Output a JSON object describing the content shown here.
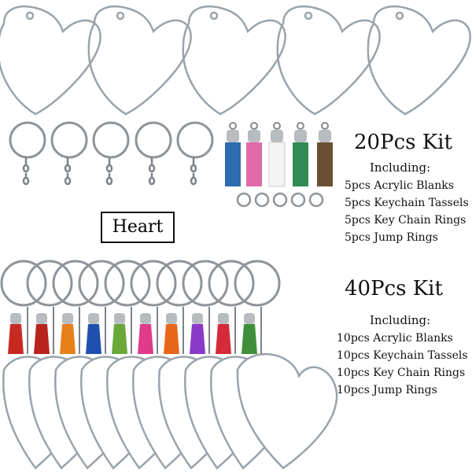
{
  "label": "Heart",
  "kit20": {
    "title": "20Pcs Kit",
    "including": "Including:",
    "items": [
      "5pcs Acrylic Blanks",
      "5pcs Keychain Tassels",
      "5pcs Key Chain Rings",
      "5pcs Jump Rings"
    ]
  },
  "kit40": {
    "title": "40Pcs Kit",
    "including": "Including:",
    "items": [
      "10pcs Acrylic Blanks",
      "10pcs Keychain Tassels",
      "10pcs Key Chain Rings",
      "10pcs Jump Rings"
    ]
  },
  "colors": {
    "acrylic_edge": "#9aa3ab",
    "ring": "#8e9499",
    "tassels_top": [
      "#2e6bb0",
      "#e06aaa",
      "#f4f4f4",
      "#2f8a53",
      "#6b5034"
    ],
    "tassels_bottom": [
      "#c82a22",
      "#b8231c",
      "#e8801a",
      "#1f4fb0",
      "#6aa83a",
      "#e03a8a",
      "#e8661a",
      "#8a39c8",
      "#d42a3a",
      "#3f8f3a"
    ]
  }
}
